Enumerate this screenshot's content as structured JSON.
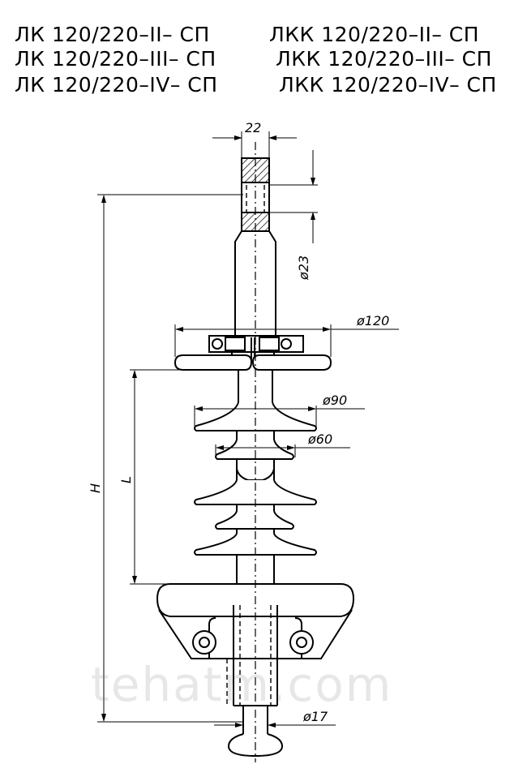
{
  "titles": {
    "left": [
      "ЛК 120/220–II– СП",
      "ЛК 120/220–III– СП",
      "ЛК 120/220–IV– СП"
    ],
    "right": [
      "ЛКК 120/220–II– СП",
      "ЛКК 120/220–III– СП",
      "ЛКК 120/220–IV– СП"
    ]
  },
  "dimensions": {
    "top_width": "22",
    "rod_dia": "ø23",
    "clamp_dia": "ø120",
    "shed_large": "ø90",
    "shed_small": "ø60",
    "bottom_dia": "ø17",
    "height_label": "H",
    "length_label": "L"
  },
  "watermark": "tehatm.com"
}
